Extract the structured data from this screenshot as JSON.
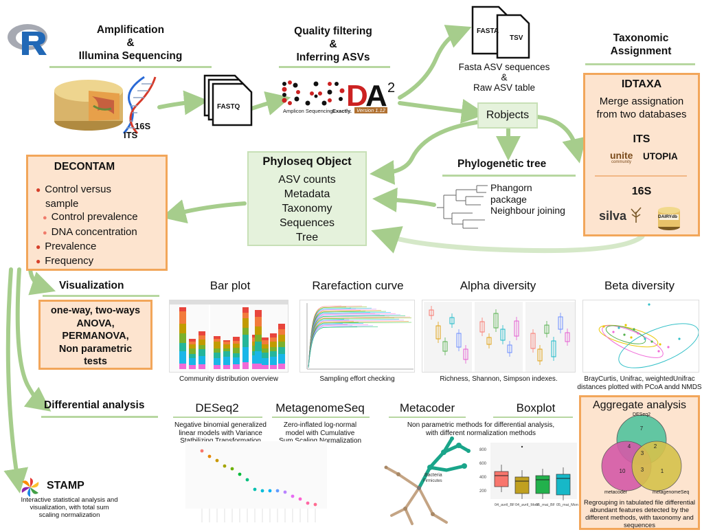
{
  "header": {
    "amplification": [
      "Amplification",
      "&",
      "Illumina Sequencing"
    ],
    "quality": [
      "Quality filtering",
      "&",
      "Inferring ASVs"
    ],
    "taxonomic": [
      "Taxonomic",
      "Assignment"
    ]
  },
  "labels": {
    "its_16s": [
      "16S",
      "ITS"
    ],
    "fastq": "FASTQ",
    "fasta": "FASTA",
    "tsv": "TSV",
    "fasta_desc": [
      "Fasta ASV sequences",
      "&",
      "Raw ASV table"
    ],
    "robjects": "Robjects",
    "dada_text": "DADA",
    "dada_sup": "2",
    "dada_sub1": "Amplicon Sequencing.",
    "dada_sub2": "Exactly.",
    "dada_version": "Version 1.12"
  },
  "taxo_box": {
    "title": "IDTAXA",
    "subtitle": [
      "Merge assignation",
      "from two databases"
    ],
    "its": "ITS",
    "unite": "unite",
    "unite_sub": "community",
    "utopia": "UTOPIA",
    "s16": "16S",
    "silva": "silva",
    "dairydb": "DAIRYdb"
  },
  "phyloseq": {
    "title": "Phyloseq Object",
    "items": [
      "ASV counts",
      "Metadata",
      "Taxonomy",
      "Sequences",
      "Tree"
    ]
  },
  "phylo_tree": {
    "title": "Phylogenetic tree",
    "lines": [
      "Phangorn",
      "package",
      "Neighbour joining"
    ]
  },
  "decontam": {
    "title": "DECONTAM",
    "items": [
      {
        "text": "Control versus",
        "level": 1
      },
      {
        "text": "sample",
        "level": 0
      },
      {
        "text": "Control prevalence",
        "level": 2
      },
      {
        "text": "DNA concentration",
        "level": 2
      },
      {
        "text": "Prevalence",
        "level": 1
      },
      {
        "text": "Frequency",
        "level": 1
      }
    ]
  },
  "visualization": {
    "title": "Visualization",
    "stats": [
      "one-way, two-ways",
      "ANOVA,",
      "PERMANOVA,",
      "Non parametric",
      "tests"
    ]
  },
  "panels": {
    "bar": {
      "title": "Bar plot",
      "caption": "Community distribution overview"
    },
    "rare": {
      "title": "Rarefaction curve",
      "caption": "Sampling effort checking"
    },
    "alpha": {
      "title": "Alpha diversity",
      "caption": "Richness, Shannon, Simpson indexes."
    },
    "beta": {
      "title": "Beta diversity",
      "caption": [
        "BrayCurtis, Unifrac, weightedUnifrac",
        "distances plotted with PCoA andd NMDS"
      ]
    }
  },
  "differential": {
    "title": "Differential analysis",
    "deseq": {
      "title": "DESeq2",
      "desc": [
        "Negative binomial generalized",
        "linear models with Variance",
        "Statbilizing Transformation"
      ]
    },
    "metagenome": {
      "title": "MetagenomeSeq",
      "desc": [
        "Zero-inflated log-normal",
        "model with Cumulative",
        "Sum Scaling Normalization"
      ]
    },
    "metacoder": {
      "title": "Metacoder"
    },
    "boxplot": {
      "title": "Boxplot"
    },
    "nonparam": [
      "Non parametric methods for differential analysis,",
      "with different normalization methods"
    ]
  },
  "boxplot_axis": {
    "yticks": [
      "800",
      "600",
      "400",
      "200"
    ],
    "xticks": [
      "04_avril_BF",
      "04_avril_Mont",
      "05_mai_BF",
      "05_mai_Mont"
    ],
    "colors": [
      "#f8766d",
      "#c0a020",
      "#22b14c",
      "#17b8c8"
    ]
  },
  "metacoder_labels": [
    "Bacteria",
    "Firmicutes"
  ],
  "aggregate": {
    "title": "Aggregate analysis",
    "venn": {
      "labels": [
        "DESeq2",
        "metacoder",
        "metagenomeSeq"
      ],
      "counts": [
        "7",
        "4",
        "2",
        "3",
        "10",
        "3",
        "1"
      ]
    },
    "desc": [
      "Regrouping in tabulated file differential",
      "abundant features detected by the",
      "different methods, with taxonomy and",
      "sequences"
    ]
  },
  "stamp": {
    "title": "STAMP",
    "desc": [
      "Interactive statistical analysis and",
      "visualization, with total sum",
      "scaling normalization"
    ]
  }
}
